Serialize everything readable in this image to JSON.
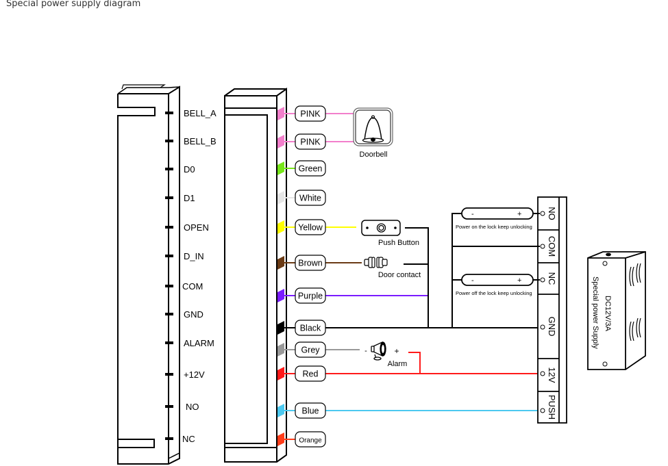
{
  "title": "Special power supply diagram",
  "controller_pins": [
    "BELL_A",
    "BELL_B",
    "D0",
    "D1",
    "OPEN",
    "D_IN",
    "COM",
    "GND",
    "ALARM",
    "+12V",
    "NO",
    "NC"
  ],
  "wires": [
    {
      "label": "PINK",
      "color": "#f27fcb"
    },
    {
      "label": "PINK",
      "color": "#f27fcb"
    },
    {
      "label": "Green",
      "color": "#77e61a"
    },
    {
      "label": "White",
      "color": "#e6e6e6"
    },
    {
      "label": "Yellow",
      "color": "#ffff00"
    },
    {
      "label": "Brown",
      "color": "#6a3a14"
    },
    {
      "label": "Purple",
      "color": "#7a1cff"
    },
    {
      "label": "Black",
      "color": "#000000"
    },
    {
      "label": "Grey",
      "color": "#999999"
    },
    {
      "label": "Red",
      "color": "#ff1a1a"
    },
    {
      "label": "Blue",
      "color": "#4cc9f0"
    },
    {
      "label": "Orange",
      "color": "#ff3d1a"
    }
  ],
  "devices": {
    "doorbell": "Doorbell",
    "push_button": "Push Button",
    "door_contact": "Door contact",
    "alarm": "Alarm",
    "alarm_minus": "-",
    "alarm_plus": "+"
  },
  "locks": [
    {
      "minus": "-",
      "plus": "+",
      "caption": "Power on the lock keep unlocking"
    },
    {
      "minus": "-",
      "plus": "+",
      "caption": "Power off the lock keep unlocking"
    }
  ],
  "terminals": [
    "NO",
    "COM",
    "NC",
    "GND",
    "12V",
    "PUSH"
  ],
  "power_supply": {
    "rating": "DC12V/3A",
    "name": "Special power Supply"
  }
}
